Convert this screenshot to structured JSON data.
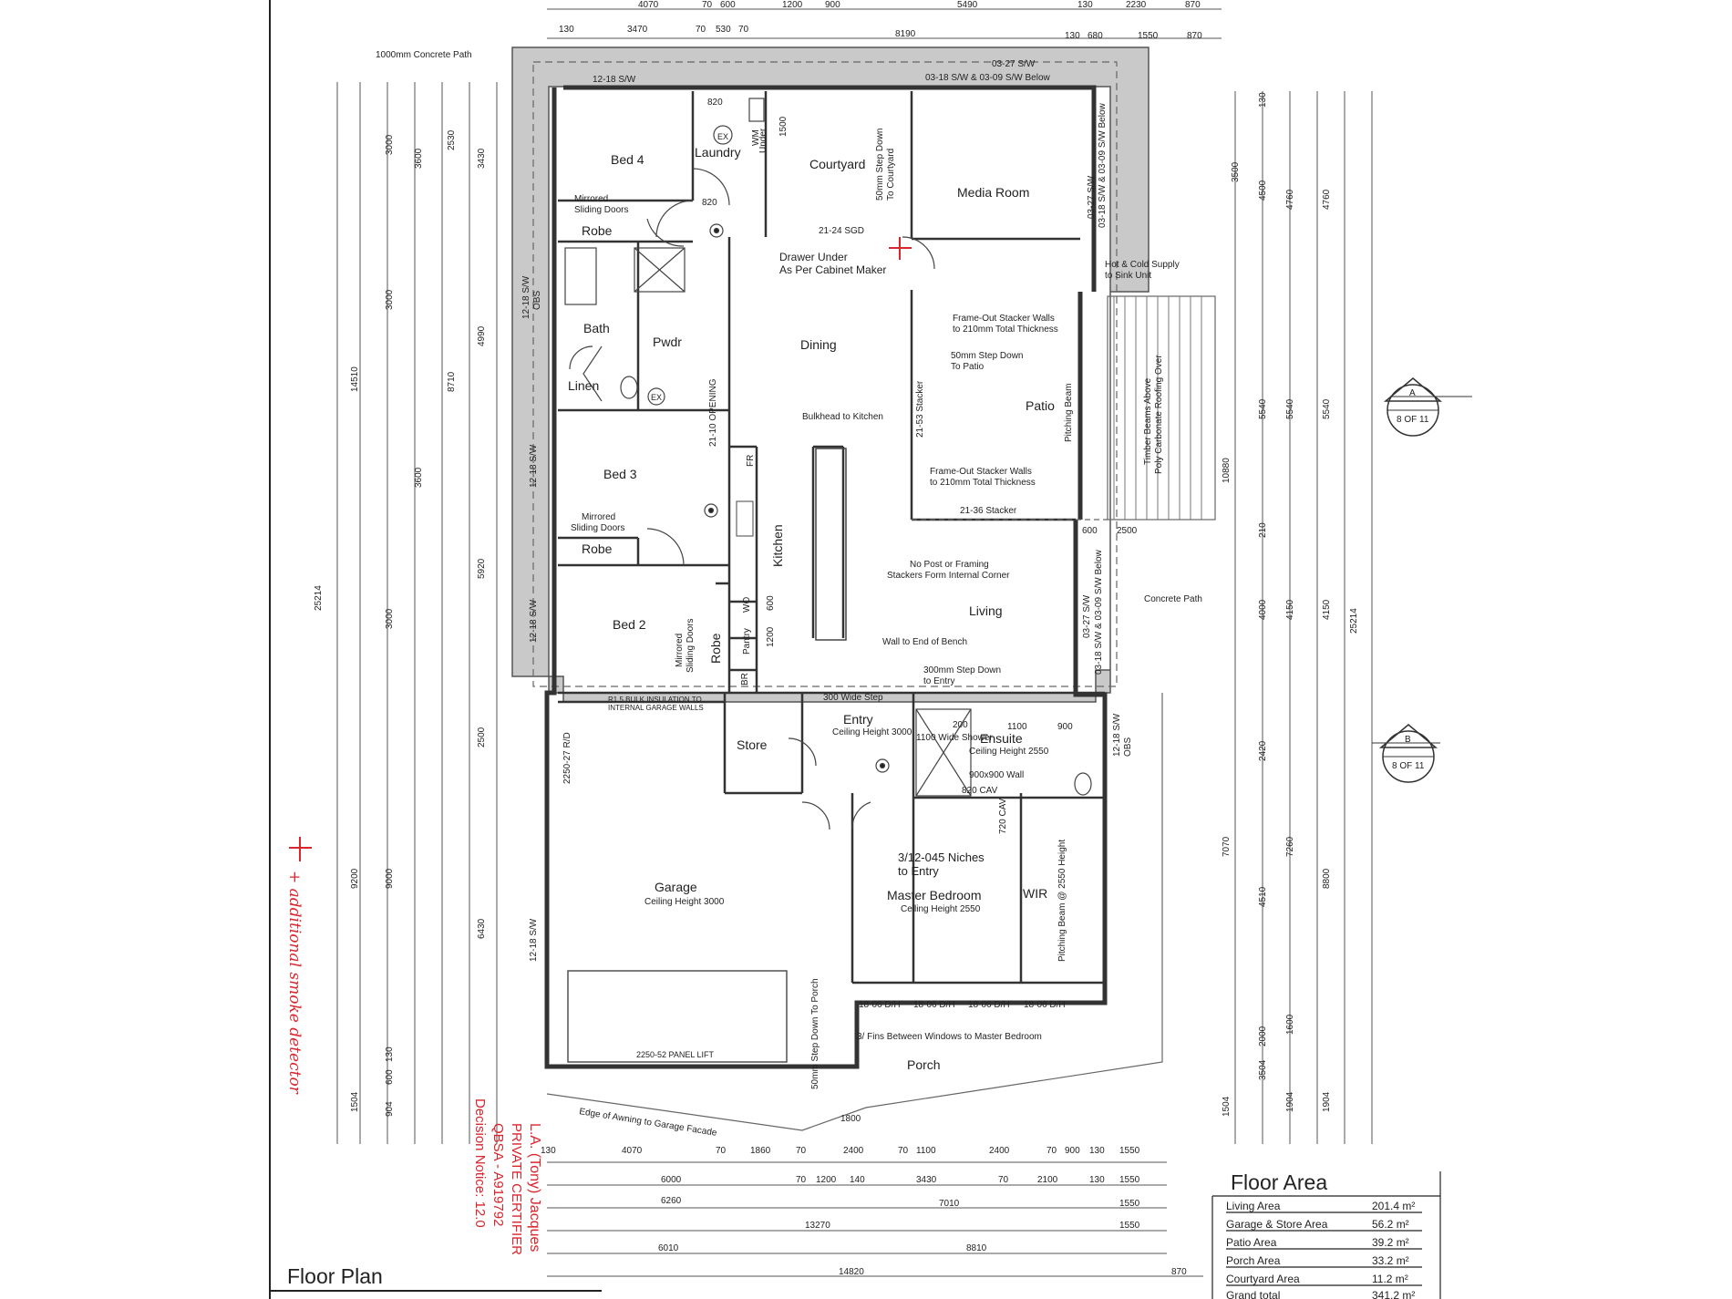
{
  "title": "Floor Plan",
  "rooms": {
    "bed4": "Bed 4",
    "laundry": "Laundry",
    "courtyard": "Courtyard",
    "media": "Media Room",
    "bath": "Bath",
    "pwdr": "Pwdr",
    "linen": "Linen",
    "dining": "Dining",
    "patio": "Patio",
    "bed3": "Bed 3",
    "kitchen": "Kitchen",
    "living": "Living",
    "bed2": "Bed 2",
    "robe": "Robe",
    "pantry": "Pantry",
    "store": "Store",
    "entry": "Entry",
    "ensuite": "Ensuite",
    "garage": "Garage",
    "master": "Master Bedroom",
    "wir": "WIR",
    "porch": "Porch",
    "wm": "WM",
    "wo": "WO",
    "br": "BR",
    "fr": "FR"
  },
  "notes": {
    "concrete_path_top": "1000mm Concrete Path",
    "mirrored_sliding": "Mirrored",
    "sliding_doors": "Sliding Doors",
    "step_courtyard_a": "50mm Step Down",
    "step_courtyard_b": "To Courtyard",
    "sgd": "21-24 SGD",
    "drawer_a": "Drawer Under",
    "drawer_b": "As Per Cabinet Maker",
    "hot_cold_a": "Hot & Cold Supply",
    "hot_cold_b": "to Sink Unit",
    "frame_out_a": "Frame-Out Stacker Walls",
    "frame_out_b": "to 210mm Total Thickness",
    "step_patio_a": "50mm Step Down",
    "step_patio_b": "To Patio",
    "stacker_2153": "21-53 Stacker",
    "stacker_2136": "21-36 Stacker",
    "pitching_beam": "Pitching Beam",
    "timber_beams_a": "Timber Beams Above",
    "timber_beams_b": "Poly Carbonate Roofing Over",
    "bulkhead": "Bulkhead to Kitchen",
    "opening": "21-10 OPENING",
    "no_post_a": "No Post or Framing",
    "no_post_b": "Stackers Form Internal Corner",
    "concrete_path_right": "Concrete Path",
    "wall_end_bench": "Wall to End of Bench",
    "step_entry_a": "300mm Step Down",
    "step_entry_b": "to Entry",
    "wide_step": "300 Wide Step",
    "insulation_a": "R1.5 BULK INSULATION TO",
    "insulation_b": "INTERNAL GARAGE WALLS",
    "ceiling_3000": "Ceiling Height 3000",
    "ceiling_2550": "Ceiling Height 2550",
    "shower": "1100 Wide Shower",
    "wall_900": "900x900 Wall",
    "cav_820": "820 CAV",
    "cav_720": "720 CAV",
    "niches_a": "3/12-045 Niches",
    "niches_b": "to Entry",
    "pitching_2550": "Pitching Beam @ 2550 Height",
    "dh": "18-06 D/H",
    "fins": "3/ Fins Between Windows to Master Bedroom",
    "panel_lift": "2250-52 PANEL LIFT",
    "step_porch": "50mm Step Down To Porch",
    "awning": "Edge of Awning to Garage Facade",
    "rd": "2250-27 R/D",
    "sw_1218": "12-18 S/W",
    "sw_0327": "03-27 S/W",
    "sw_0318": "03-18 S/W & 03-09 S/W Below",
    "ex": "EX",
    "obs": "OBS",
    "wm_under": "Under",
    "section_a": "A",
    "section_b": "B",
    "sheet_ref": "8 OF 11"
  },
  "dims_top": [
    "4070",
    "70",
    "600",
    "1200",
    "900",
    "5490",
    "130",
    "2230",
    "870"
  ],
  "dims_top2": [
    "130",
    "3470",
    "70",
    "530",
    "70",
    "8190",
    "130",
    "680",
    "1550",
    "870"
  ],
  "dims_left": [
    "3000",
    "3600",
    "2530",
    "3430",
    "14510",
    "8710",
    "4990",
    "3000",
    "3600",
    "25214",
    "5920",
    "3000",
    "2500",
    "9200",
    "9000",
    "6430",
    "1504",
    "904",
    "600",
    "130"
  ],
  "dims_right": [
    "3500",
    "4500",
    "4760",
    "4760",
    "5540",
    "5540",
    "5540",
    "10880",
    "4000",
    "4150",
    "4150",
    "25214",
    "2420",
    "7070",
    "7260",
    "8800",
    "4510",
    "2000",
    "1600",
    "3504",
    "1904",
    "1904",
    "1504",
    "130",
    "210"
  ],
  "dims_bottom": {
    "row1": [
      "130",
      "4070",
      "70",
      "1860",
      "70",
      "2400",
      "70",
      "1100",
      "2400",
      "70",
      "900",
      "130",
      "1550"
    ],
    "row2": [
      "6000",
      "70",
      "1200",
      "140",
      "3430",
      "70",
      "2100",
      "130",
      "1550"
    ],
    "row3": [
      "6260",
      "7010",
      "1550"
    ],
    "row4": [
      "13270",
      "1550"
    ],
    "row5": [
      "6010",
      "8810"
    ],
    "row6": [
      "14820",
      "870"
    ]
  },
  "misc_dims": [
    "820",
    "1500",
    "200",
    "1200",
    "600",
    "1800",
    "2500",
    "600",
    "820",
    "900",
    "1100"
  ],
  "floor_area": {
    "heading": "Floor Area",
    "rows": [
      {
        "label": "Living Area",
        "value": "201.4 m²"
      },
      {
        "label": "Garage & Store Area",
        "value": "56.2 m²"
      },
      {
        "label": "Patio Area",
        "value": "39.2 m²"
      },
      {
        "label": "Porch Area",
        "value": "33.2 m²"
      },
      {
        "label": "Courtyard Area",
        "value": "11.2 m²"
      },
      {
        "label": "Grand total",
        "value": "341.2 m²"
      }
    ]
  },
  "stamp": {
    "line1": "L.A. (Tony) Jacques",
    "line2": "PRIVATE CERTIFIER",
    "line3": "QBSA - A919792",
    "line4": "Decision Notice: 12.0",
    "handwritten": "+ additional smoke detector"
  },
  "colors": {
    "stamp": "#d8262d",
    "slab": "#c9c9c9",
    "wall": "#333333"
  }
}
